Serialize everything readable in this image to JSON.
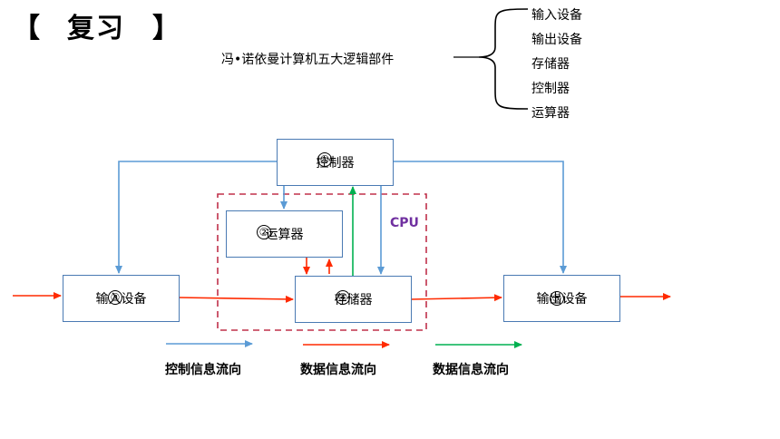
{
  "title": {
    "open_bracket": "【",
    "text": "复习",
    "close_bracket": "】"
  },
  "summary": "冯•诺依曼计算机五大逻辑部件",
  "parts": [
    "输入设备",
    "输出设备",
    "存储器",
    "控制器",
    "运算器"
  ],
  "diagram": {
    "controller": {
      "label": "控制器",
      "number": "①"
    },
    "alu": {
      "label": "运算器",
      "number": "②"
    },
    "input": {
      "label": "输入设备",
      "number": "③"
    },
    "memory": {
      "label": "存储器",
      "number": "④"
    },
    "output": {
      "label": "输出设备",
      "number": "⑤"
    },
    "cpu_label": "CPU"
  },
  "legend": [
    {
      "label": "控制信息流向",
      "color": "#5b9bd5"
    },
    {
      "label": "数据信息流向",
      "color": "#ff2a00"
    },
    {
      "label": "数据信息流向",
      "color": "#00b050"
    }
  ],
  "colors": {
    "control": "#5b9bd5",
    "data_red": "#ff2a00",
    "data_green": "#00b050",
    "cpu_border": "#c0304a",
    "cpu_text": "#7030a0"
  }
}
